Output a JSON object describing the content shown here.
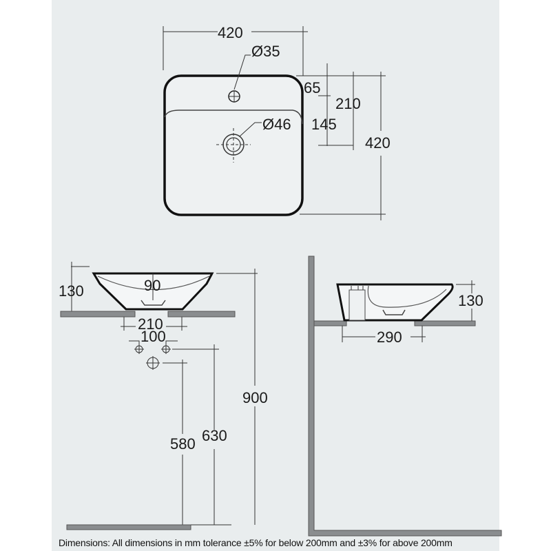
{
  "drawing": {
    "subject": "square countertop washbasin",
    "plan_view": {
      "width": "420",
      "depth": "420",
      "tap_hole_diameter": "Ø35",
      "waste_diameter": "Ø46",
      "tap_hole_offset": "65",
      "waste_offset": "210",
      "bowl_edge_to_waste": "145"
    },
    "front_elevation": {
      "height": "130",
      "bowl_depth": "90",
      "base_width": "210",
      "pipe_spacing": "100",
      "waste_height": "580",
      "supply_height": "630",
      "counter_height": "900"
    },
    "side_elevation": {
      "height": "130",
      "base_depth": "290"
    }
  },
  "caption": "Dimensions: All dimensions in mm tolerance ±5% for below 200mm and ±3% for above 200mm",
  "colors": {
    "panel_bg": "#e9edee",
    "line": "#1a1a1a",
    "counter": "#8a8d8f"
  }
}
